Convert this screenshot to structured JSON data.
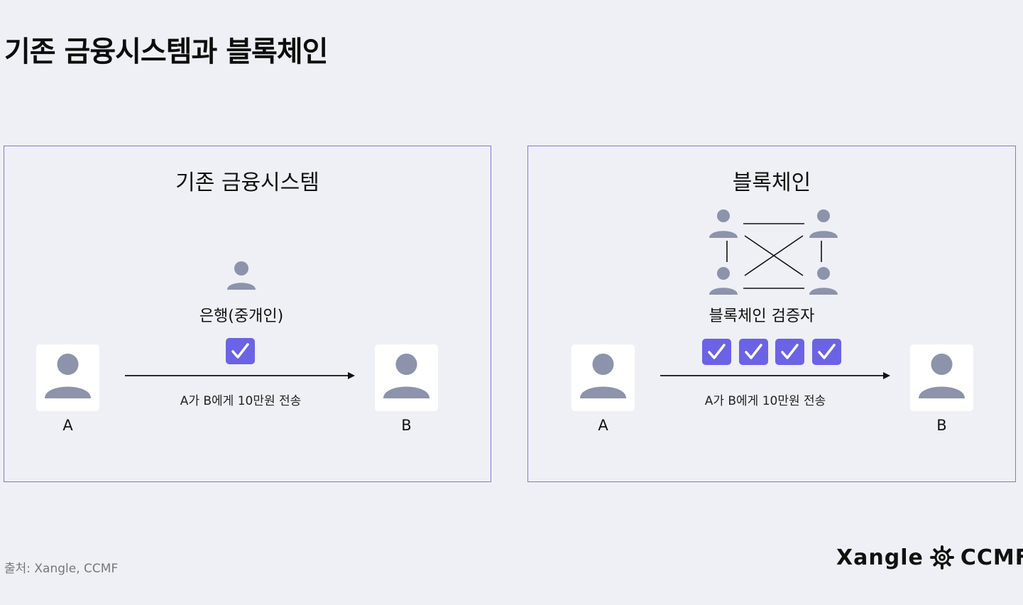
{
  "title": "기존 금융시스템과 블록체인",
  "left_panel": {
    "title": "기존 금융시스템",
    "intermediary_label": "은행(중개인)",
    "sender_label": "A",
    "receiver_label": "B",
    "transfer_label": "A가 B에게 10만원 전송"
  },
  "right_panel": {
    "title": "블록체인",
    "validators_label": "블록체인 검증자",
    "sender_label": "A",
    "receiver_label": "B",
    "transfer_label": "A가 B에게 10만원 전송"
  },
  "footer": {
    "source": "출처: Xangle, CCMF",
    "logo_primary": "Xangle",
    "logo_secondary": "CCMF"
  },
  "colors": {
    "background": "#eff0f5",
    "panel_border": "#7d78d8",
    "check_fill": "#6b63e5",
    "person_icon": "#8c93ab"
  },
  "icons": [
    "person-icon",
    "check-icon",
    "gear-icon",
    "arrow-right-icon"
  ]
}
